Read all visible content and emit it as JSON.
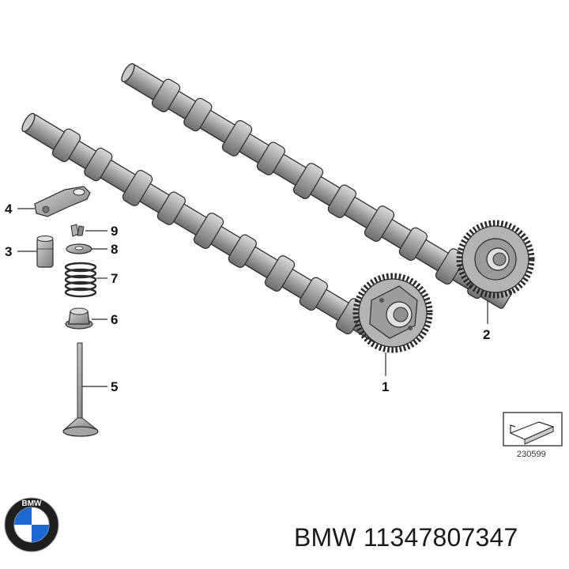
{
  "callouts": {
    "c1": "1",
    "c2": "2",
    "c3": "3",
    "c4": "4",
    "c5": "5",
    "c6": "6",
    "c7": "7",
    "c8": "8",
    "c9": "9"
  },
  "diagram_ref": "230599",
  "caption": "BMW 11347807347",
  "logo": {
    "letters": "BMW",
    "brand_blue": "#1c69d4"
  },
  "colors": {
    "part_fill": "#a9a9a9",
    "part_shadow": "#7a7a7a",
    "part_light": "#d6d6d6",
    "outline": "#2b2b2b"
  }
}
